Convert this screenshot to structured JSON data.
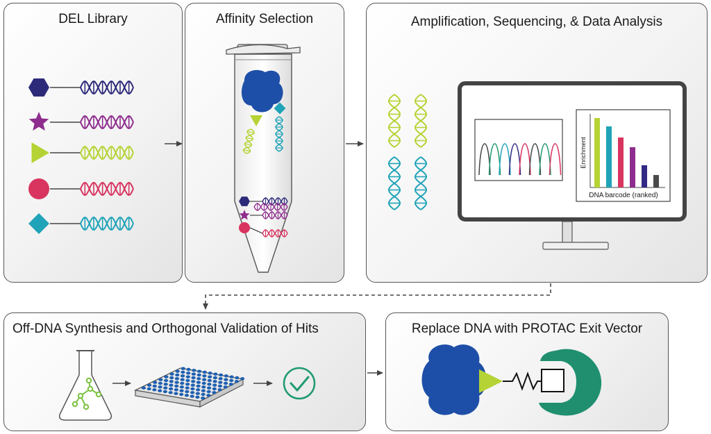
{
  "panels": {
    "del_library": {
      "title": "DEL Library"
    },
    "affinity_selection": {
      "title": "Affinity Selection"
    },
    "amplification": {
      "title": "Amplification, Sequencing, & Data Analysis"
    },
    "off_dna": {
      "title": "Off-DNA Synthesis and Orthogonal Validation of Hits"
    },
    "protac": {
      "title": "Replace DNA with PROTAC Exit Vector"
    }
  },
  "chart": {
    "ylabel": "Enrichment",
    "xlabel": "DNA barcode (ranked)",
    "bars": [
      {
        "value": 100,
        "color": "#b5d334"
      },
      {
        "value": 88,
        "color": "#1fa3b8"
      },
      {
        "value": 72,
        "color": "#d8345f"
      },
      {
        "value": 58,
        "color": "#8e2d8e"
      },
      {
        "value": 32,
        "color": "#322a85"
      },
      {
        "value": 18,
        "color": "#4a4a4a"
      }
    ]
  },
  "library": [
    {
      "shape": "hexagon-icon",
      "color": "#2e2a7a"
    },
    {
      "shape": "star-icon",
      "color": "#8e2d8e"
    },
    {
      "shape": "triangle-icon",
      "color": "#b5d334"
    },
    {
      "shape": "circle-icon",
      "color": "#d8345f"
    },
    {
      "shape": "diamond-icon",
      "color": "#1fa3b8"
    }
  ],
  "colors": {
    "protein": "#1e4fa8",
    "e3_ligase": "#1f8f6f",
    "check": "#1f9a6f",
    "arrow": "#444444"
  }
}
